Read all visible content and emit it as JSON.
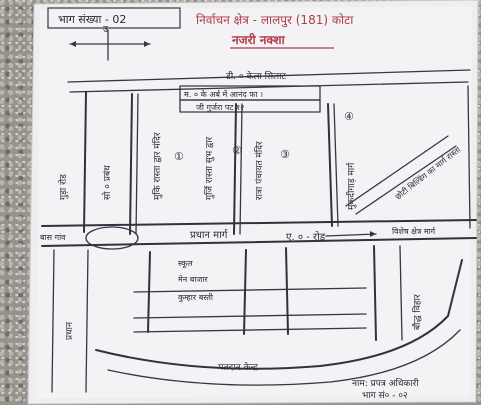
{
  "header": {
    "house_count": "भाग संख्या - 02",
    "constituency": "निर्वाचन क्षेत्र - लालपुर (181) कोटा",
    "map_title": "नजरी नक्शा",
    "compass": "उ"
  },
  "places": {
    "top_label": "डी. ० केला सिलाट",
    "row1": "म. ० के अर्ब में आनंद फा ।",
    "row2": "जी गुर्जरा पट १२",
    "left_road": "गुड़ा रोड",
    "left_block": "सो ० प्रबंध",
    "col1": "मुकि रास्ता द्वार मंदिर",
    "col2": "गुर्जि रास्ता सुभ द्वार",
    "col3": "रात्रा पंचायत मंदिर",
    "col4": "मुकदीगाड़ मार्ग",
    "right_upper": "छोटी बिल्डिंग का मार्ग रास्ता",
    "road_main": "प्रधान मार्ग",
    "road_code": "ए. ० - रोड",
    "right_gate": "विशेष क्षेत्र मार्ग",
    "left_corner": "बास गांव",
    "lower_left": "प्रधान",
    "lower_block1": "स्कूल",
    "lower_block2": "मेन बाजार",
    "lower_block3": "कुम्हार बस्ती",
    "lower_right": "बौद्ध विहार",
    "bottom_center": "मतदान केन्द्र",
    "signature_1": "नाम: प्रपत्र अधिकारी",
    "signature_2": "भाग सं० - ०२"
  },
  "marks": {
    "circled_1": "①",
    "circled_2": "②",
    "circled_3": "③",
    "circled_4": "④"
  }
}
